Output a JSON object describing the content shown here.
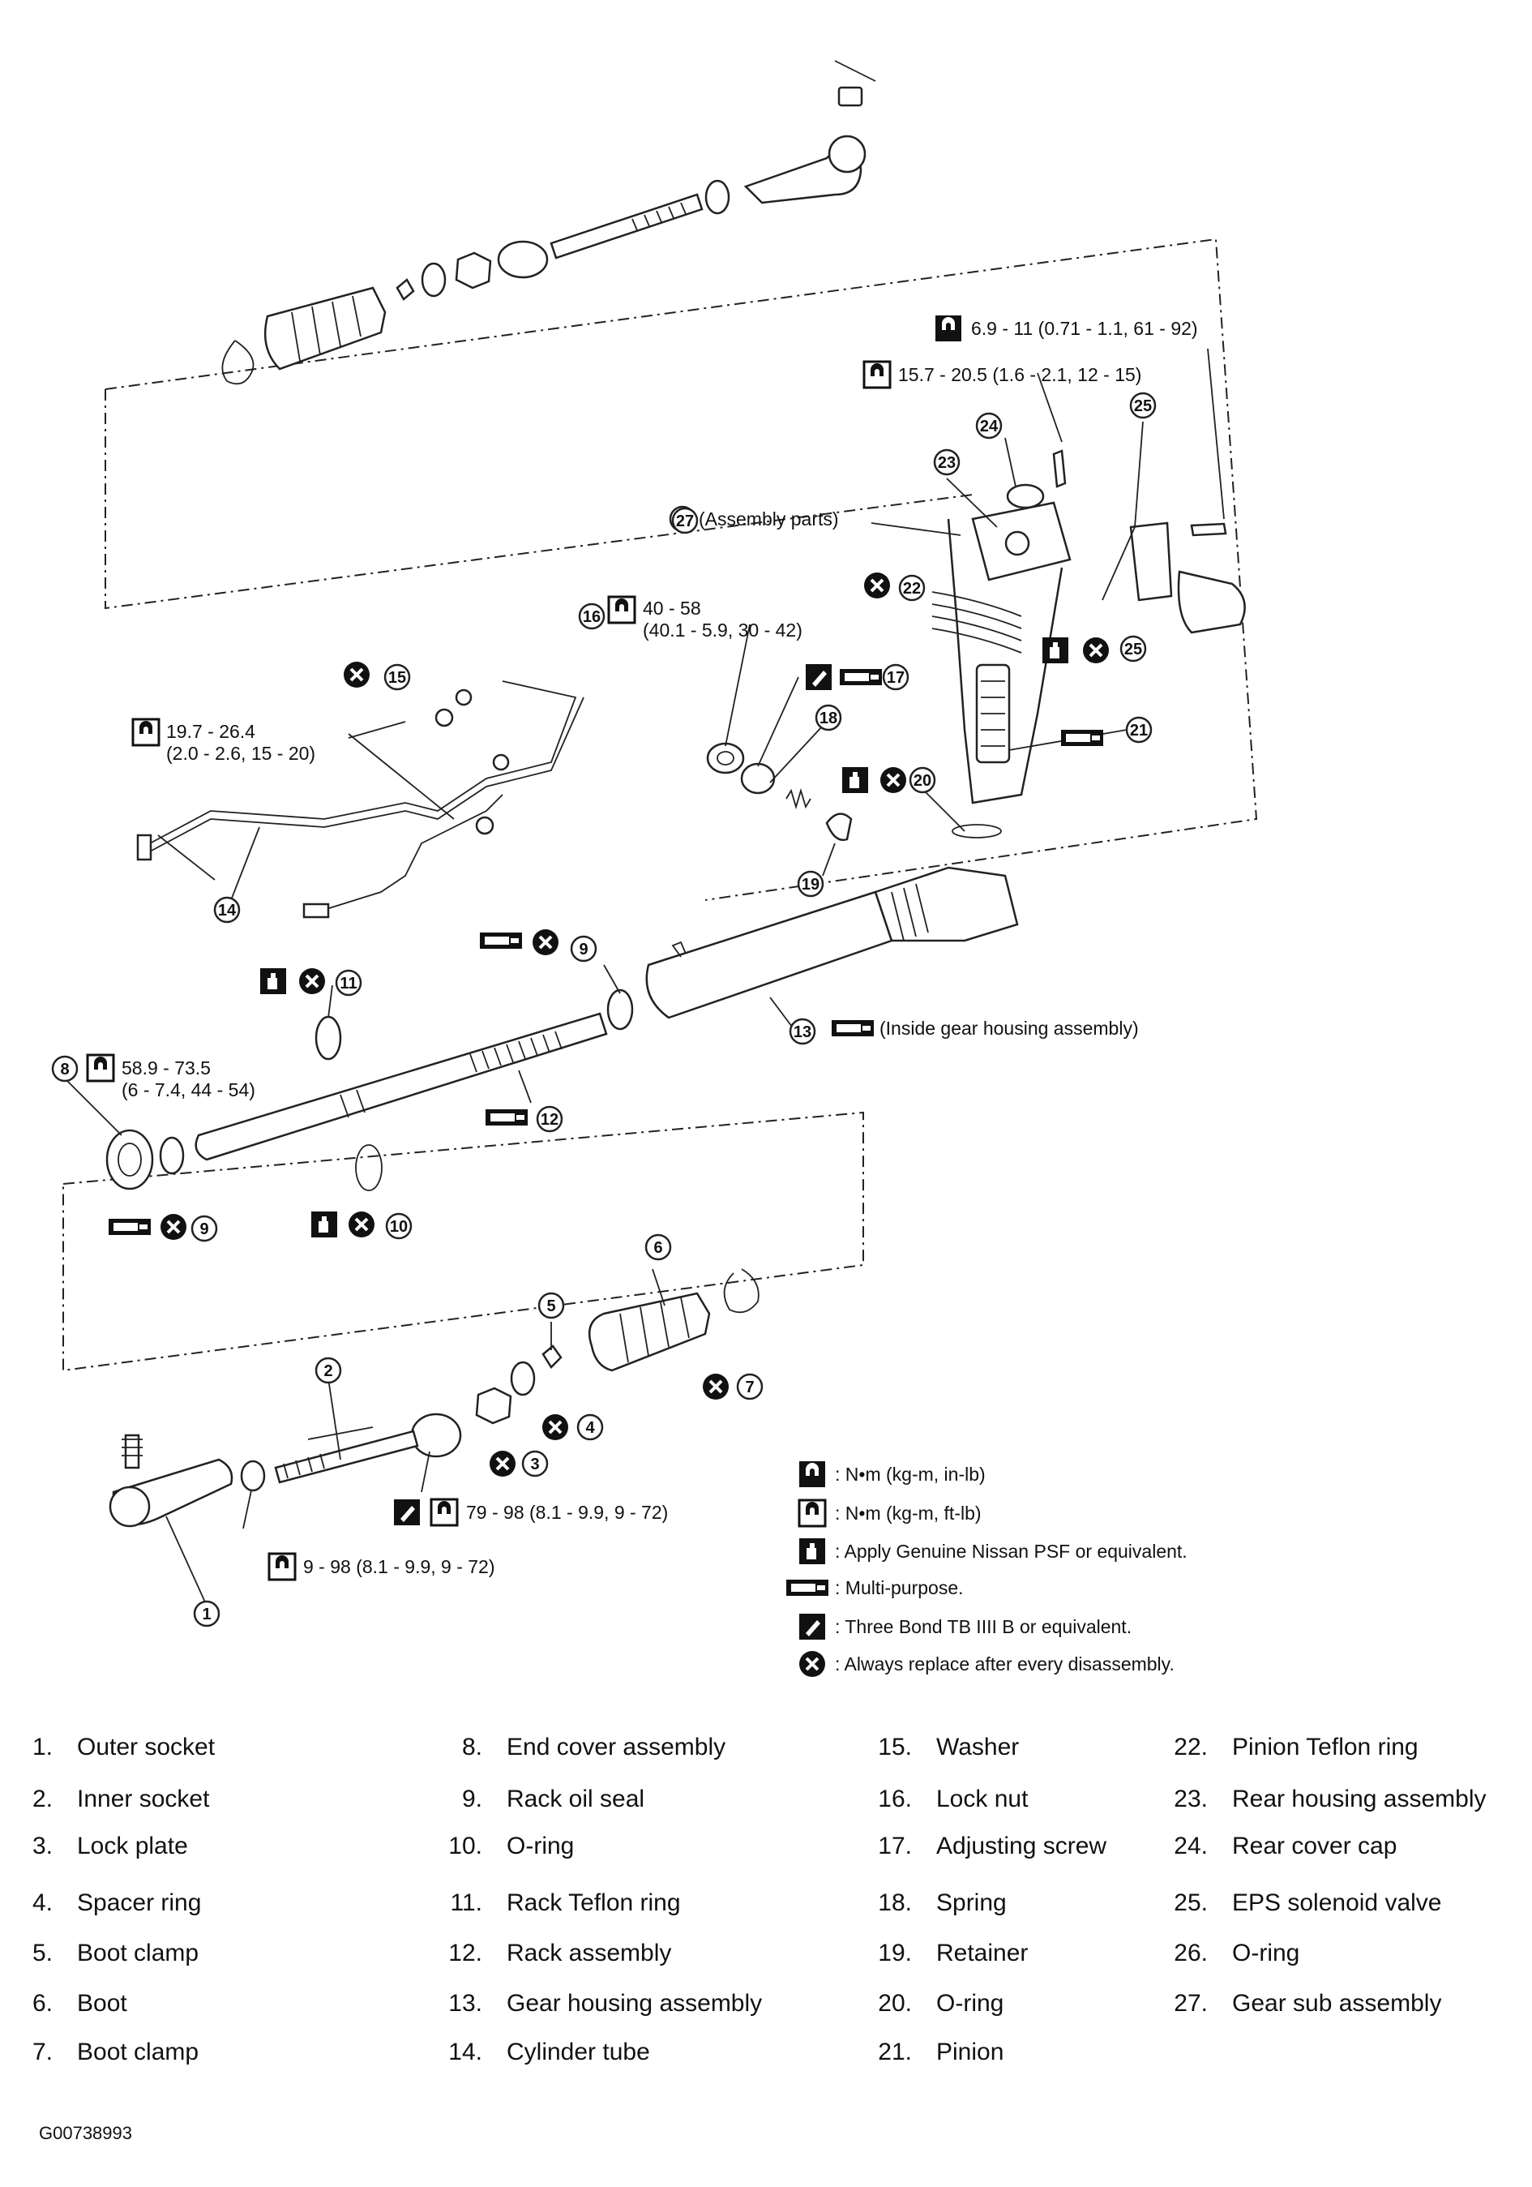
{
  "torque_specs": {
    "rear_cover_bolt": "6.9 - 11 (0.71 - 1.1, 61 - 92)",
    "rear_housing_bolt": "15.7 - 20.5 (1.6 - 2.1, 12 - 15)",
    "lock_nut_line1": "40 - 58",
    "lock_nut_line2": "(40.1 - 5.9, 30 - 42)",
    "cylinder_tube_line1": "19.7 - 26.4",
    "cylinder_tube_line2": "(2.0 - 2.6, 15 - 20)",
    "end_cover_line1": "58.9 - 73.5",
    "end_cover_line2": "(6 - 7.4, 44 - 54)",
    "inner_socket": "79 - 98 (8.1 - 9.9, 9 - 72)",
    "outer_socket_nut": "9 - 98 (8.1 - 9.9, 9 - 72)"
  },
  "callouts": {
    "assembly_parts": "(Assembly parts)",
    "inside_gear_housing": "(Inside gear housing assembly)"
  },
  "symbol_legend": [
    {
      "icon": "torque-nm-in-lb-icon",
      "text": ": N•m (kg-m, in-lb)"
    },
    {
      "icon": "torque-nm-ft-lb-icon",
      "text": ": N•m (kg-m, ft-lb)"
    },
    {
      "icon": "fluid-can-icon",
      "text": ": Apply Genuine Nissan PSF or equivalent."
    },
    {
      "icon": "grease-tube-icon",
      "text": ": Multi-purpose."
    },
    {
      "icon": "sealant-icon",
      "text": ": Three Bond TB IIII B or equivalent."
    },
    {
      "icon": "replace-x-icon",
      "text": ": Always replace after every disassembly."
    }
  ],
  "part_numbers": [
    "1",
    "2",
    "3",
    "4",
    "5",
    "6",
    "7",
    "8",
    "9",
    "10",
    "11",
    "12",
    "13",
    "14",
    "15",
    "16",
    "17",
    "18",
    "19",
    "20",
    "21",
    "22",
    "23",
    "24",
    "25",
    "27"
  ],
  "parts": [
    {
      "n": "1.",
      "name": "Outer socket"
    },
    {
      "n": "2.",
      "name": "Inner socket"
    },
    {
      "n": "3.",
      "name": "Lock plate"
    },
    {
      "n": "4.",
      "name": "Spacer ring"
    },
    {
      "n": "5.",
      "name": "Boot clamp"
    },
    {
      "n": "6.",
      "name": "Boot"
    },
    {
      "n": "7.",
      "name": "Boot clamp"
    },
    {
      "n": "8.",
      "name": "End cover assembly"
    },
    {
      "n": "9.",
      "name": "Rack oil seal"
    },
    {
      "n": "10.",
      "name": "O-ring"
    },
    {
      "n": "11.",
      "name": "Rack Teflon ring"
    },
    {
      "n": "12.",
      "name": "Rack assembly"
    },
    {
      "n": "13.",
      "name": "Gear housing assembly"
    },
    {
      "n": "14.",
      "name": "Cylinder tube"
    },
    {
      "n": "15.",
      "name": "Washer"
    },
    {
      "n": "16.",
      "name": "Lock nut"
    },
    {
      "n": "17.",
      "name": "Adjusting screw"
    },
    {
      "n": "18.",
      "name": "Spring"
    },
    {
      "n": "19.",
      "name": "Retainer"
    },
    {
      "n": "20.",
      "name": "O-ring"
    },
    {
      "n": "21.",
      "name": "Pinion"
    },
    {
      "n": "22.",
      "name": "Pinion Teflon ring"
    },
    {
      "n": "23.",
      "name": "Rear housing assembly"
    },
    {
      "n": "24.",
      "name": "Rear cover cap"
    },
    {
      "n": "25.",
      "name": "EPS solenoid valve"
    },
    {
      "n": "26.",
      "name": "O-ring"
    },
    {
      "n": "27.",
      "name": "Gear sub assembly"
    }
  ],
  "figure_code": "G00738993"
}
